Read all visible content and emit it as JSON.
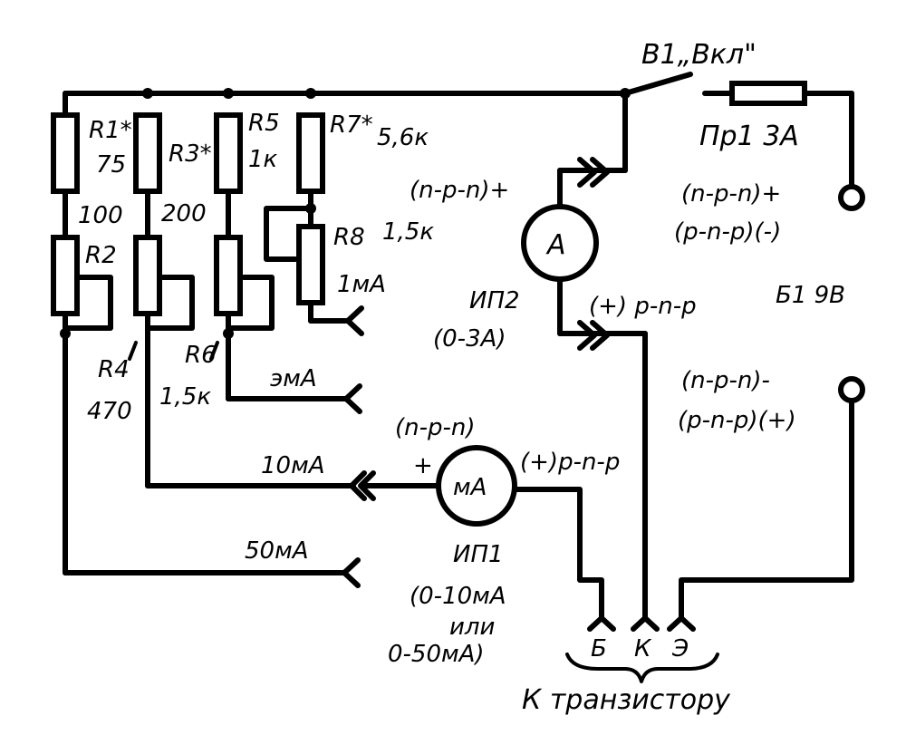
{
  "labels": {
    "switch": "В1„Вкл\"",
    "fuse": "Пр1 3А",
    "r1_name": "R1*",
    "r1_val": "75",
    "r2_top": "100",
    "r2_name": "R2",
    "r3_name": "R3*",
    "r3_val": "200",
    "r4_name": "R4",
    "r4_val": "470",
    "r5_name": "R5",
    "r5_val": "1к",
    "r6_name": "R6",
    "r6_val": "1,5к",
    "r7_name": "R7*",
    "r7_val": "5,6к",
    "r8_name": "R8",
    "r8_val": "1,5к",
    "range_1ma": "1мА",
    "range_5ma": "эмА",
    "range_10ma": "10мА",
    "range_50ma": "50мА",
    "ammeter_symbol": "A",
    "ammeter_npn": "(n-p-n)+",
    "ammeter_pnp": "(+) p-n-p",
    "ammeter_name": "ИП2",
    "ammeter_range": "(0-3А)",
    "ma_symbol": "мА",
    "ma_npn": "(n-p-n)",
    "ma_plus": "+",
    "ma_pnp": "(+)p-n-p",
    "ma_name": "ИП1",
    "ma_range1": "(0-10мА",
    "ma_range2": "или",
    "ma_range3": "0-50мА)",
    "term1_npn": "(n-p-n)+",
    "term1_pnp": "(p-n-p)(-)",
    "battery": "Б1 9В",
    "term2_npn": "(n-p-n)-",
    "term2_pnp": "(p-n-p)(+)",
    "pin_b": "Б",
    "pin_k": "К",
    "pin_e": "Э",
    "to_transistor": "К транзистору"
  }
}
